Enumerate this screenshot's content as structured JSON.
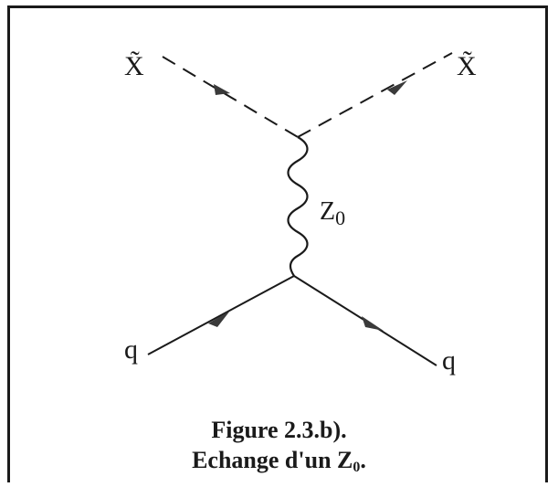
{
  "diagram": {
    "particles": {
      "incoming_top": "X̃",
      "outgoing_top": "X̃",
      "propagator": "Z",
      "propagator_sub": "0",
      "incoming_bottom": "q",
      "outgoing_bottom": "q"
    },
    "caption": {
      "line1": "Figure 2.3.b).",
      "line2_main": "Echange d'un Z",
      "line2_sub": "0",
      "line2_tail": "."
    }
  }
}
